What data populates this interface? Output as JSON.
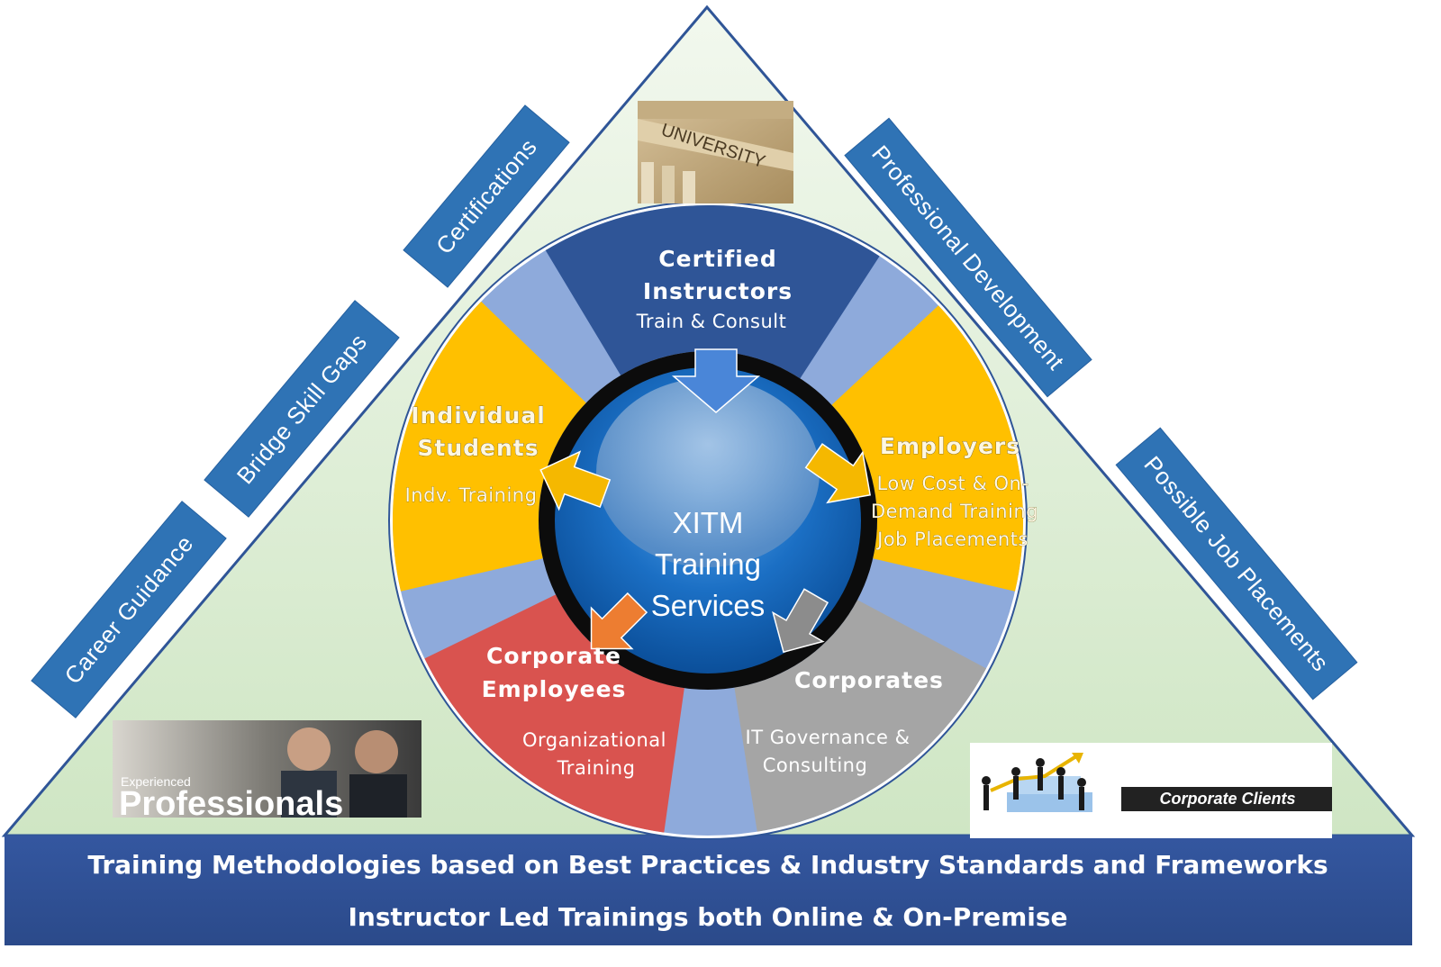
{
  "center": {
    "line1": "XITM",
    "line2": "Training",
    "line3": "Services"
  },
  "segments": {
    "instructors": {
      "title1": "Certified",
      "title2": "Instructors",
      "subtitle": "Train & Consult"
    },
    "employers": {
      "title": "Employers",
      "sub1": "Low Cost & On-",
      "sub2": "Demand Training",
      "sub3": "Job Placements"
    },
    "corporates": {
      "title": "Corporates",
      "sub1": "IT Governance &",
      "sub2": "Consulting"
    },
    "corporate_employees": {
      "title1": "Corporate",
      "title2": "Employees",
      "sub1": "Organizational",
      "sub2": "Training"
    },
    "students": {
      "title1": "Individual",
      "title2": "Students",
      "subtitle": "Indv. Training"
    }
  },
  "left_bands": [
    "Certifications",
    "Bridge Skill Gaps",
    "Career Guidance"
  ],
  "right_bands": [
    "Professional Development",
    "Possible Job Placements"
  ],
  "images": {
    "university": {
      "text": "UNIVERSITY"
    },
    "professionals": {
      "small": "Experienced",
      "large": "Professionals"
    },
    "clients": {
      "caption": "Corporate Clients"
    }
  },
  "footer": {
    "line1": "Training Methodologies based on Best Practices & Industry Standards and Frameworks",
    "line2": "Instructor Led Trainings both Online & On-Premise"
  },
  "colors": {
    "triangle_fill": "#d9ecd0",
    "triangle_edge": "#2f5597",
    "band_fill": "#2f73b5",
    "footer_fill": "#2e4d8f",
    "segment_blue": "#2f5597",
    "segment_yellow": "#ffc000",
    "segment_gray": "#a5a5a5",
    "segment_red": "#d9534f",
    "gap_blue": "#8eaadb",
    "center_blue": "#1f73c7",
    "arrow_blue": "#4a86d8",
    "arrow_yellow": "#f5b800",
    "arrow_orange": "#ed7d31",
    "arrow_gray": "#8c8c8c"
  }
}
